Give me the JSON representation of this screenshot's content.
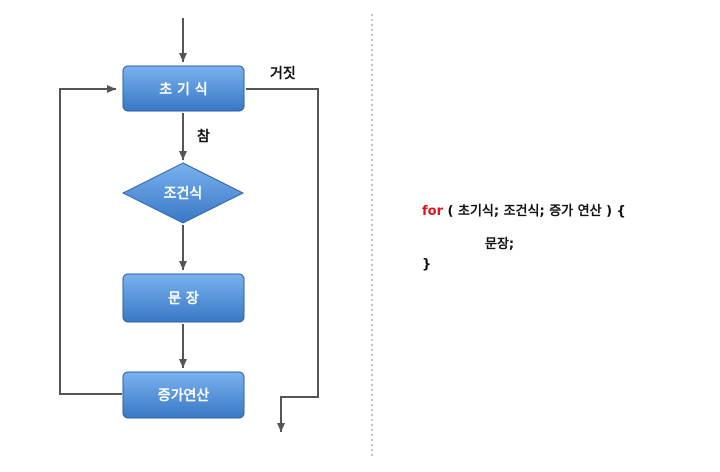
{
  "flowchart": {
    "init_label": "초 기 식",
    "condition_label": "조건식",
    "statement_label": "문 장",
    "increment_label": "증가연산",
    "true_label": "참",
    "false_label": "거짓"
  },
  "code": {
    "keyword": "for",
    "header_rest": " ( 초기식; 조건식; 증가 연산 ) {",
    "body": "문장;",
    "close": "}"
  },
  "colors": {
    "box_top": "#6aa5e6",
    "box_bottom": "#3a79c8",
    "box_border": "#2f63a8",
    "line": "#555555",
    "keyword": "#e0141e"
  }
}
